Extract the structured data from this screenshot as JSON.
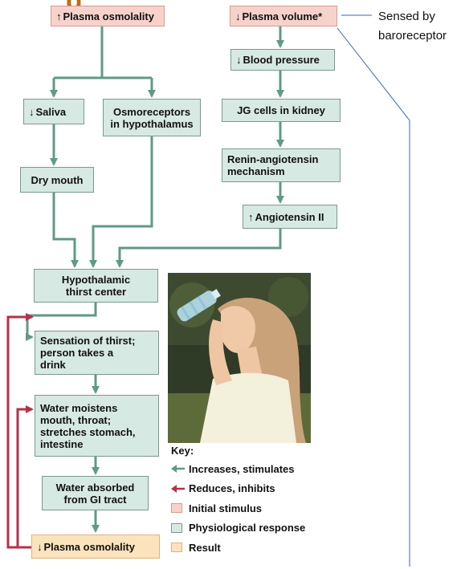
{
  "annotation": {
    "line1": "Sensed by",
    "line2": "baroreceptor"
  },
  "boxes": {
    "plasma_osmolality_up": {
      "arrow": "↑",
      "text": "Plasma osmolality"
    },
    "plasma_volume_down": {
      "arrow": "↓",
      "text": "Plasma volume*"
    },
    "blood_pressure_down": {
      "arrow": "↓",
      "text": "Blood pressure"
    },
    "saliva_down": {
      "arrow": "↓",
      "text": "Saliva"
    },
    "osmoreceptors": {
      "line1": "Osmoreceptors",
      "line2": "in hypothalamus"
    },
    "jg_cells": {
      "text": "JG cells in kidney"
    },
    "renin": {
      "line1": "Renin-angiotensin",
      "line2": "mechanism"
    },
    "dry_mouth": {
      "text": "Dry mouth"
    },
    "angiotensin_up": {
      "arrow": "↑",
      "text": "Angiotensin II"
    },
    "thirst_center": {
      "line1": "Hypothalamic",
      "line2": "thirst center"
    },
    "sensation": {
      "line1": "Sensation of thirst;",
      "line2": "person takes a",
      "line3": "drink"
    },
    "water_moistens": {
      "line1": "Water moistens",
      "line2": "mouth, throat;",
      "line3": "stretches stomach,",
      "line4": "intestine"
    },
    "water_absorbed": {
      "line1": "Water absorbed",
      "line2": "from GI tract"
    },
    "plasma_osmolality_down": {
      "arrow": "↓",
      "text": "Plasma osmolality"
    }
  },
  "key": {
    "title": "Key:",
    "items": [
      {
        "label": "Increases, stimulates",
        "icon": "green-arrow-icon",
        "color": "#5f9a86"
      },
      {
        "label": "Reduces, inhibits",
        "icon": "red-arrow-icon",
        "color": "#b5314a"
      },
      {
        "label": "Initial stimulus",
        "icon": "pink-swatch",
        "color": "#f6d2cb"
      },
      {
        "label": "Physiological response",
        "icon": "green-swatch",
        "color": "#d7e9e3"
      },
      {
        "label": "Result",
        "icon": "yellow-swatch",
        "color": "#fbe3bd"
      }
    ]
  },
  "colors": {
    "stimulate": "#5f9a86",
    "inhibit": "#b5314a",
    "annotation_line": "#3b63b5"
  },
  "photo": {
    "subject": "woman drinking from a water bottle"
  }
}
